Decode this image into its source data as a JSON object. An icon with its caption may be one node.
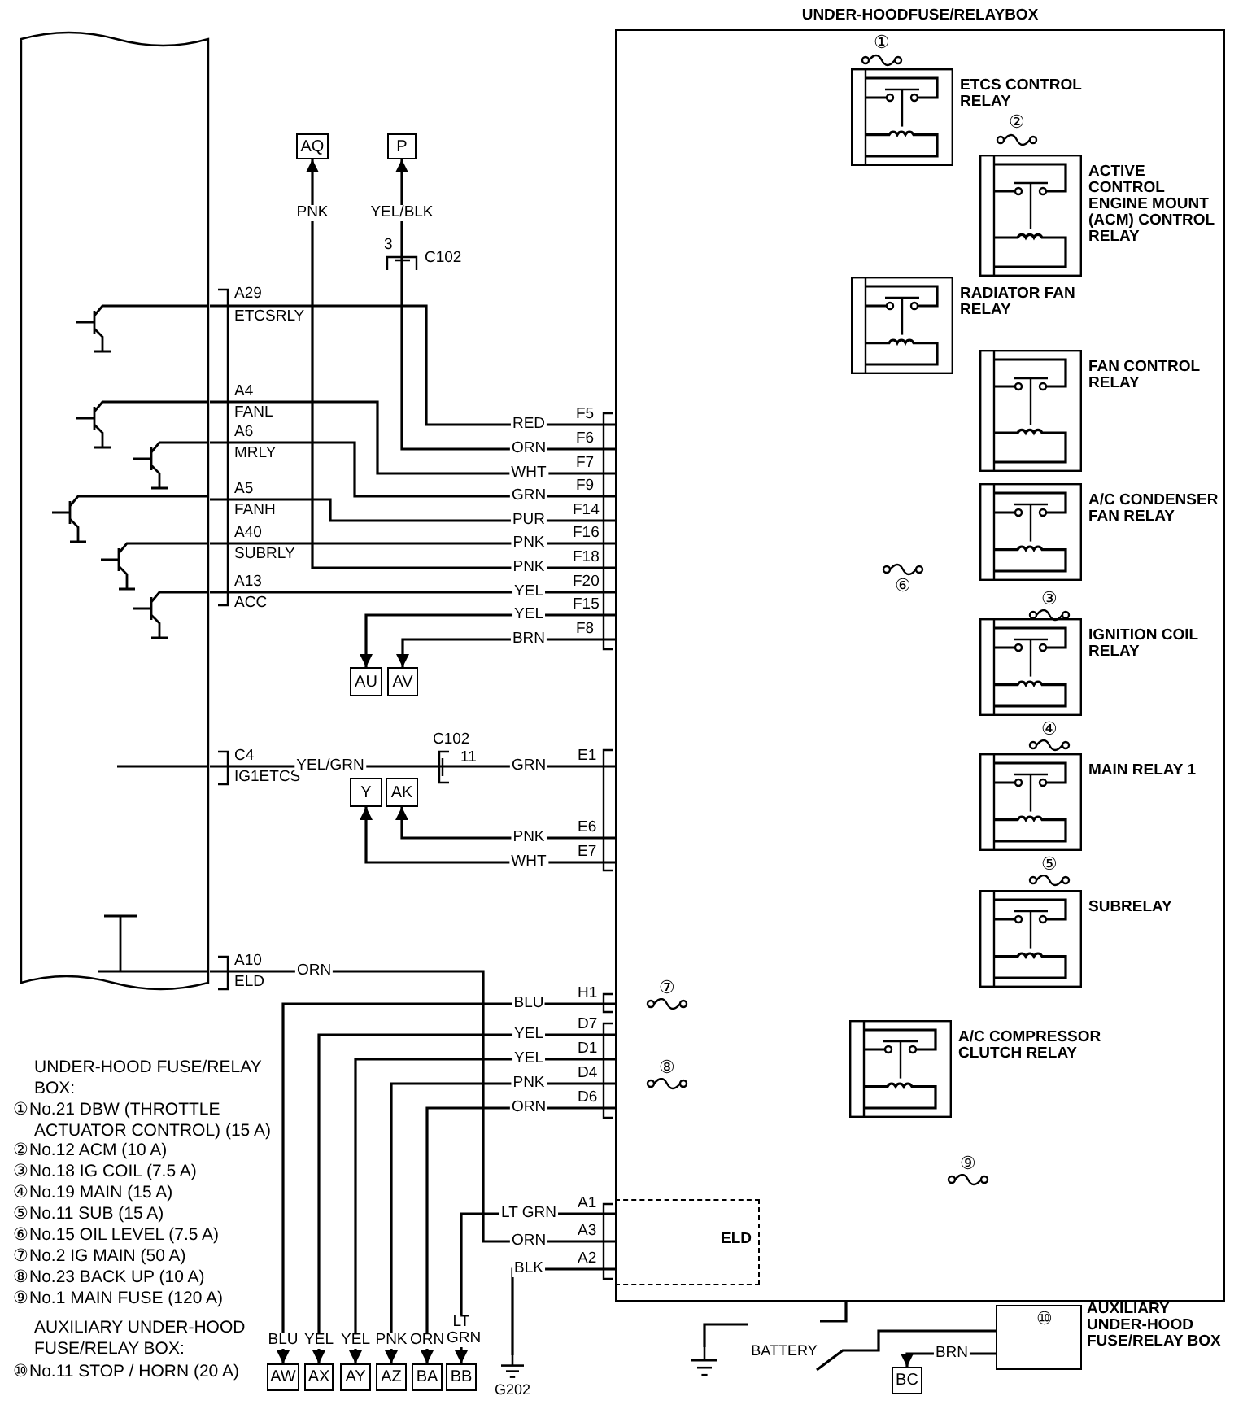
{
  "diagram": {
    "nodes": [
      {
        "text": [],
        "shape": "box"
      },
      {
        "text": [
          "UNDER-HOODFUSE/RELAYBOX"
        ]
      },
      {
        "text": [
          "ETCS CONTROL RELAY"
        ],
        "in": 1
      },
      {
        "text": [
          "ACTIVE CONTROL ENGINE MOUNT (ACM) CONTROL RELAY"
        ],
        "in": 1
      },
      {
        "text": [
          "RADIATOR FAN RELAY"
        ],
        "in": 1
      },
      {
        "text": [
          "FAN CONTROL RELAY"
        ],
        "in": 1
      },
      {
        "text": [
          "A/C CONDENSER FAN RELAY"
        ],
        "in": 1
      },
      {
        "text": [
          "IGNITION COIL RELAY"
        ],
        "in": 1
      },
      {
        "text": [
          "MAIN RELAY 1"
        ],
        "in": 1
      },
      {
        "text": [
          "SUBRELAY"
        ],
        "in": 1
      },
      {
        "text": [
          "A/C COMPRESSOR CLUTCH RELAY"
        ],
        "in": 1
      },
      {
        "text": [
          "ELD"
        ],
        "in": 1
      },
      {
        "text": [
          "AQ"
        ]
      },
      {
        "text": [
          "P"
        ]
      },
      {
        "text": [
          "AU"
        ]
      },
      {
        "text": [
          "AV"
        ]
      },
      {
        "text": [
          "Y"
        ]
      },
      {
        "text": [
          "AK"
        ]
      },
      {
        "text": [
          "AW"
        ]
      },
      {
        "text": [
          "AX"
        ]
      },
      {
        "text": [
          "AY"
        ]
      },
      {
        "text": [
          "AZ"
        ]
      },
      {
        "text": [
          "BA"
        ]
      },
      {
        "text": [
          "BB"
        ]
      },
      {
        "text": [
          "G202"
        ]
      },
      {
        "text": [
          "BATTERY"
        ]
      },
      {
        "text": [],
        "shape": "ground"
      },
      {
        "text": [
          "⑩",
          "AUXILIARY UNDER-HOOD FUSE/RELAY BOX"
        ]
      },
      {
        "text": [
          "BC"
        ]
      }
    ],
    "edges": [
      {
        "from": 0,
        "to": 1,
        "arrow": "none",
        "label": "RED"
      },
      {
        "from": 0,
        "to": 1,
        "arrow": "none",
        "label": "WHT"
      },
      {
        "from": 0,
        "to": 1,
        "arrow": "none",
        "label": "GRN"
      },
      {
        "from": 0,
        "to": 1,
        "arrow": "none",
        "label": "PUR"
      },
      {
        "from": 0,
        "to": 1,
        "arrow": "none",
        "label": "PNK"
      },
      {
        "from": 0,
        "to": 1,
        "arrow": "none",
        "label": "YEL"
      },
      {
        "from": 1,
        "to": 12,
        "arrow": "to",
        "label": "PNK"
      },
      {
        "from": 1,
        "to": 13,
        "arrow": "to",
        "label": "ORN"
      },
      {
        "from": 1,
        "to": 14,
        "arrow": "to",
        "label": "YEL"
      },
      {
        "from": 1,
        "to": 15,
        "arrow": "to",
        "label": "BRN"
      },
      {
        "from": 0,
        "to": 1,
        "arrow": "none",
        "label": "GRN"
      },
      {
        "from": 1,
        "to": 17,
        "arrow": "to",
        "label": "PNK"
      },
      {
        "from": 1,
        "to": 16,
        "arrow": "to",
        "label": "WHT"
      },
      {
        "from": 0,
        "to": 11,
        "arrow": "none",
        "label": "ORN"
      },
      {
        "from": 1,
        "to": 18,
        "arrow": "to",
        "label": "BLU"
      },
      {
        "from": 1,
        "to": 19,
        "arrow": "to",
        "label": "YEL"
      },
      {
        "from": 1,
        "to": 20,
        "arrow": "to",
        "label": "YEL"
      },
      {
        "from": 1,
        "to": 21,
        "arrow": "to",
        "label": "PNK"
      },
      {
        "from": 1,
        "to": 22,
        "arrow": "to",
        "label": "ORN"
      },
      {
        "from": 11,
        "to": 23,
        "arrow": "to",
        "label": "LT GRN"
      },
      {
        "from": 11,
        "to": 24,
        "arrow": "none",
        "label": "BLK"
      },
      {
        "from": 25,
        "to": 1,
        "arrow": "none"
      },
      {
        "from": 25,
        "to": 27,
        "arrow": "none"
      },
      {
        "from": 27,
        "to": 28,
        "arrow": "to",
        "label": "BRN"
      },
      {
        "from": 25,
        "to": 26,
        "arrow": "none"
      }
    ],
    "labels": [
      "A29",
      "ETCSRLY",
      "PNK",
      "YEL/BLK",
      "3",
      "C102",
      "A4",
      "FANL",
      "A6",
      "MRLY",
      "A5",
      "FANH",
      "A40",
      "SUBRLY",
      "A13",
      "ACC",
      "F5",
      "F6",
      "F7",
      "F9",
      "F14",
      "F16",
      "F18",
      "F20",
      "F15",
      "F8",
      "①",
      "②",
      "⑥",
      "③",
      "C4",
      "IG1ETCS",
      "YEL/GRN",
      "C102",
      "11",
      "E1",
      "E6",
      "E7",
      "④",
      "⑤",
      "A10",
      "ELD",
      "ORN",
      "H1",
      "D7",
      "D1",
      "D4",
      "D6",
      "⑦",
      "⑧",
      "⑨",
      "A1",
      "A3",
      "A2",
      "BLU",
      "YEL",
      "YEL",
      "PNK",
      "ORN",
      "LT GRN",
      "UNDER-HOOD FUSE/RELAY BOX:",
      "①No.21 DBW (THROTTLE ACTUATOR CONTROL) (15 A)",
      "②No.12 ACM (10 A)",
      "③No.18 IG COIL (7.5 A)",
      "④No.19 MAIN (15 A)",
      "⑤No.11 SUB (15 A)",
      "⑥No.15 OIL LEVEL (7.5 A)",
      "⑦No.2 IG MAIN (50 A)",
      "⑧No.23 BACK UP (10 A)",
      "⑨No.1 MAIN FUSE (120 A)",
      "AUXILIARY UNDER-HOOD FUSE/RELAY BOX:",
      "⑩No.11 STOP / HORN (20 A)"
    ]
  }
}
